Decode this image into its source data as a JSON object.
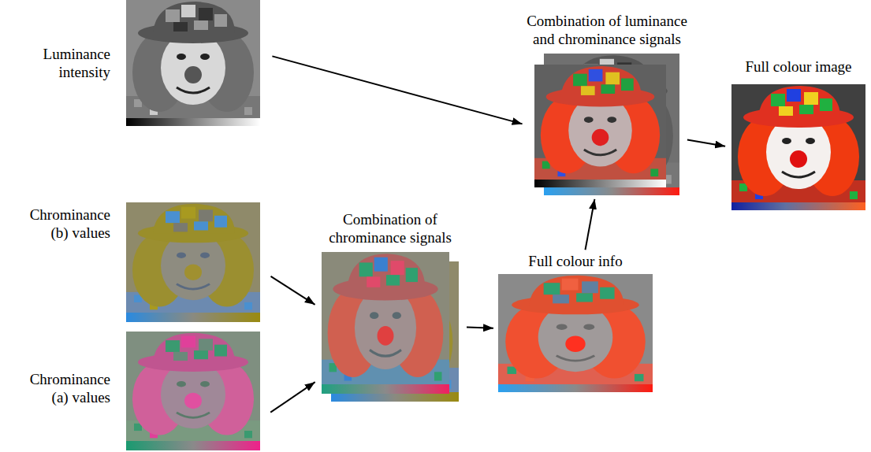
{
  "diagram": {
    "nodes": [
      {
        "text": [
          "Luminance intensity"
        ]
      },
      {
        "text": [
          "Chrominance (b) values"
        ]
      },
      {
        "text": [
          "Chrominance (a) values"
        ]
      },
      {
        "text": [
          "Combination of chrominance signals"
        ]
      },
      {
        "text": [
          "Full colour info"
        ]
      },
      {
        "text": [
          "Combination of luminance and chrominance signals"
        ]
      },
      {
        "text": [
          "Full colour image"
        ]
      }
    ],
    "edges": [
      {
        "from": 0,
        "to": 5,
        "arrow": "to"
      },
      {
        "from": 1,
        "to": 3,
        "arrow": "to"
      },
      {
        "from": 2,
        "to": 3,
        "arrow": "to"
      },
      {
        "from": 3,
        "to": 4,
        "arrow": "to"
      },
      {
        "from": 4,
        "to": 5,
        "arrow": "to"
      },
      {
        "from": 5,
        "to": 6,
        "arrow": "to"
      }
    ]
  }
}
